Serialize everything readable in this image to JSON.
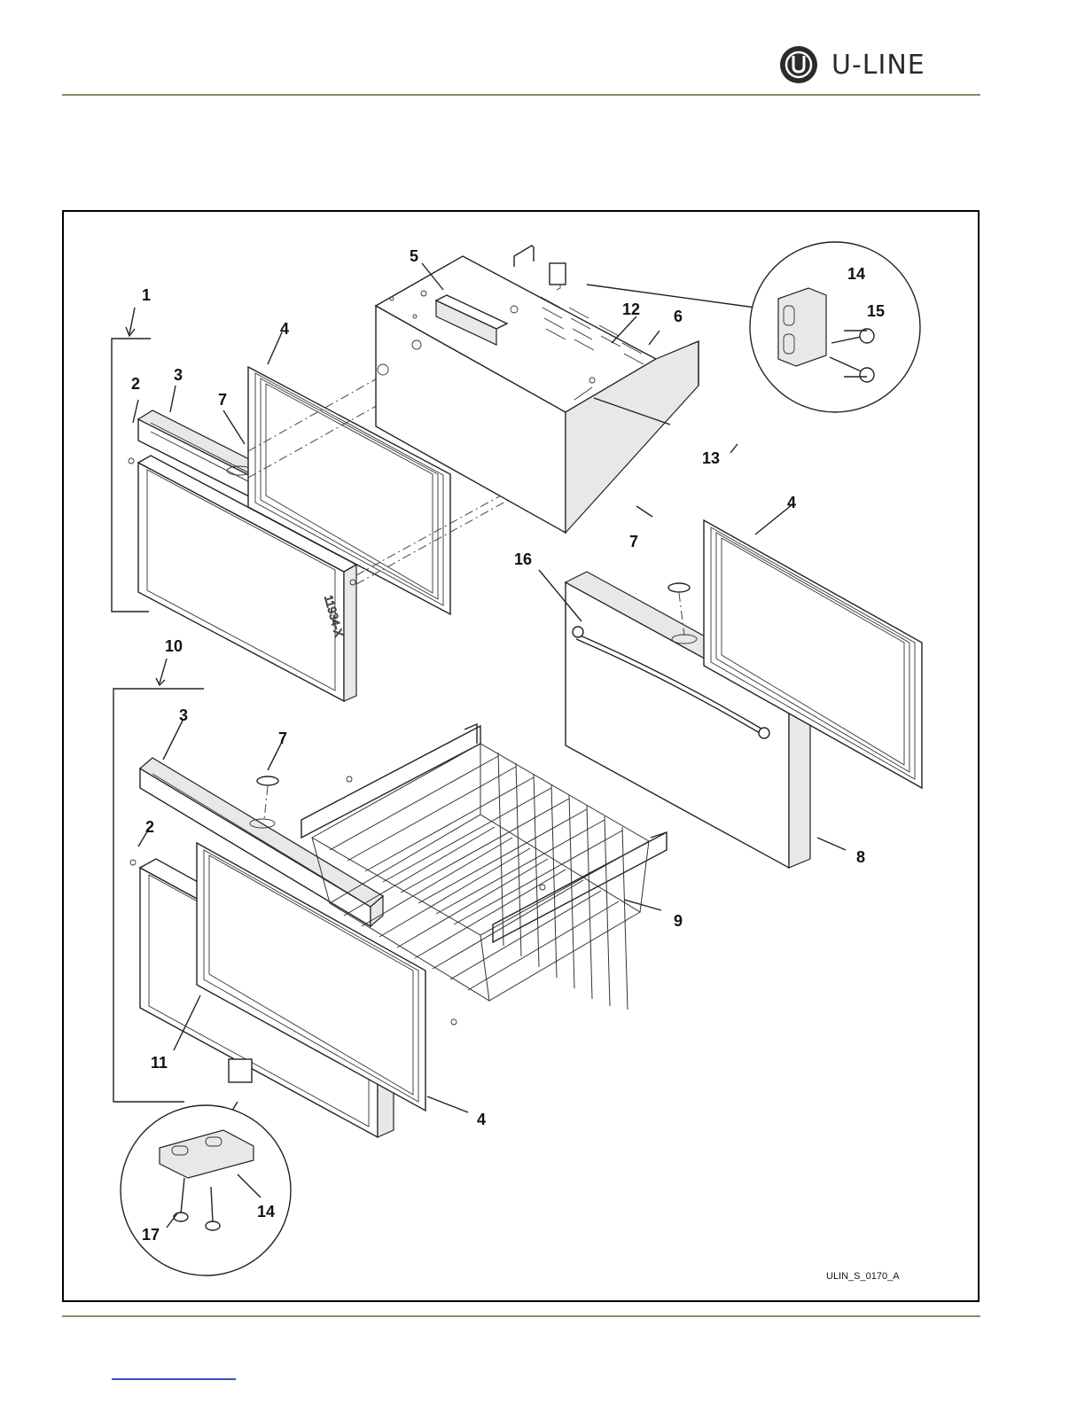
{
  "header": {
    "brand_name": "U-LINE",
    "logo_icon": "u-circle-logo-icon"
  },
  "diagram": {
    "figure_id": "ULIN_S_0170_A",
    "callouts": {
      "c1": "1",
      "c2a": "2",
      "c3a": "3",
      "c4a": "4",
      "c5": "5",
      "c6": "6",
      "c7a": "7",
      "c12": "12",
      "c13": "13",
      "c14a": "14",
      "c15": "15",
      "c16": "16",
      "c7b": "7",
      "c4b": "4",
      "c10": "10",
      "c3b": "3",
      "c7c": "7",
      "c2b": "2",
      "c9": "9",
      "c8": "8",
      "c11": "11",
      "c4c": "4",
      "c14b": "14",
      "c17": "17"
    },
    "part_marking": "11934-X"
  },
  "colors": {
    "rule": "#8a8a6a",
    "ink": "#222222",
    "link": "#3b4fc8"
  }
}
